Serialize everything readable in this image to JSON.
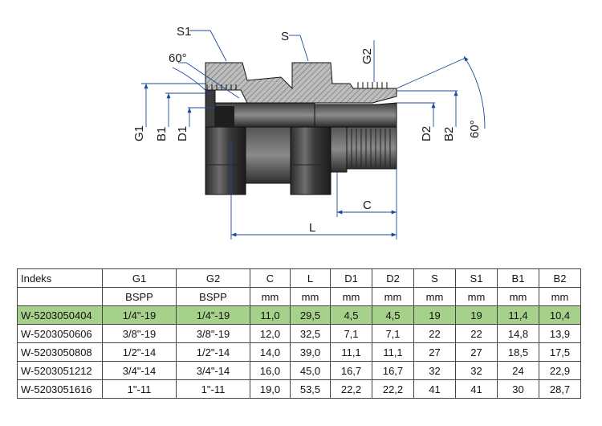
{
  "drawing": {
    "labels": {
      "s1": "S1",
      "s": "S",
      "angle_left": "60°",
      "g2": "G2",
      "angle_right": "60°",
      "g1": "G1",
      "b1": "B1",
      "d1": "D1",
      "d2": "D2",
      "b2": "B2",
      "c": "C",
      "l": "L"
    }
  },
  "table": {
    "headers": [
      "Indeks",
      "G1",
      "G2",
      "C",
      "L",
      "D1",
      "D2",
      "S",
      "S1",
      "B1",
      "B2"
    ],
    "units": [
      "",
      "BSPP",
      "BSPP",
      "mm",
      "mm",
      "mm",
      "mm",
      "mm",
      "mm",
      "mm",
      "mm"
    ],
    "rows": [
      [
        "W-5203050404",
        "1/4\"-19",
        "1/4\"-19",
        "11,0",
        "29,5",
        "4,5",
        "4,5",
        "19",
        "19",
        "11,4",
        "10,4"
      ],
      [
        "W-5203050606",
        "3/8\"-19",
        "3/8\"-19",
        "12,0",
        "32,5",
        "7,1",
        "7,1",
        "22",
        "22",
        "14,8",
        "13,9"
      ],
      [
        "W-5203050808",
        "1/2\"-14",
        "1/2\"-14",
        "14,0",
        "39,0",
        "11,1",
        "11,1",
        "27",
        "27",
        "18,5",
        "17,5"
      ],
      [
        "W-5203051212",
        "3/4\"-14",
        "3/4\"-14",
        "16,0",
        "45,0",
        "16,7",
        "16,7",
        "32",
        "32",
        "24",
        "22,9"
      ],
      [
        "W-5203051616",
        "1\"-11",
        "1\"-11",
        "19,0",
        "53,5",
        "22,2",
        "22,2",
        "41",
        "41",
        "30",
        "28,7"
      ]
    ],
    "highlight_row": 0,
    "highlight_color": "#a6d18a"
  }
}
